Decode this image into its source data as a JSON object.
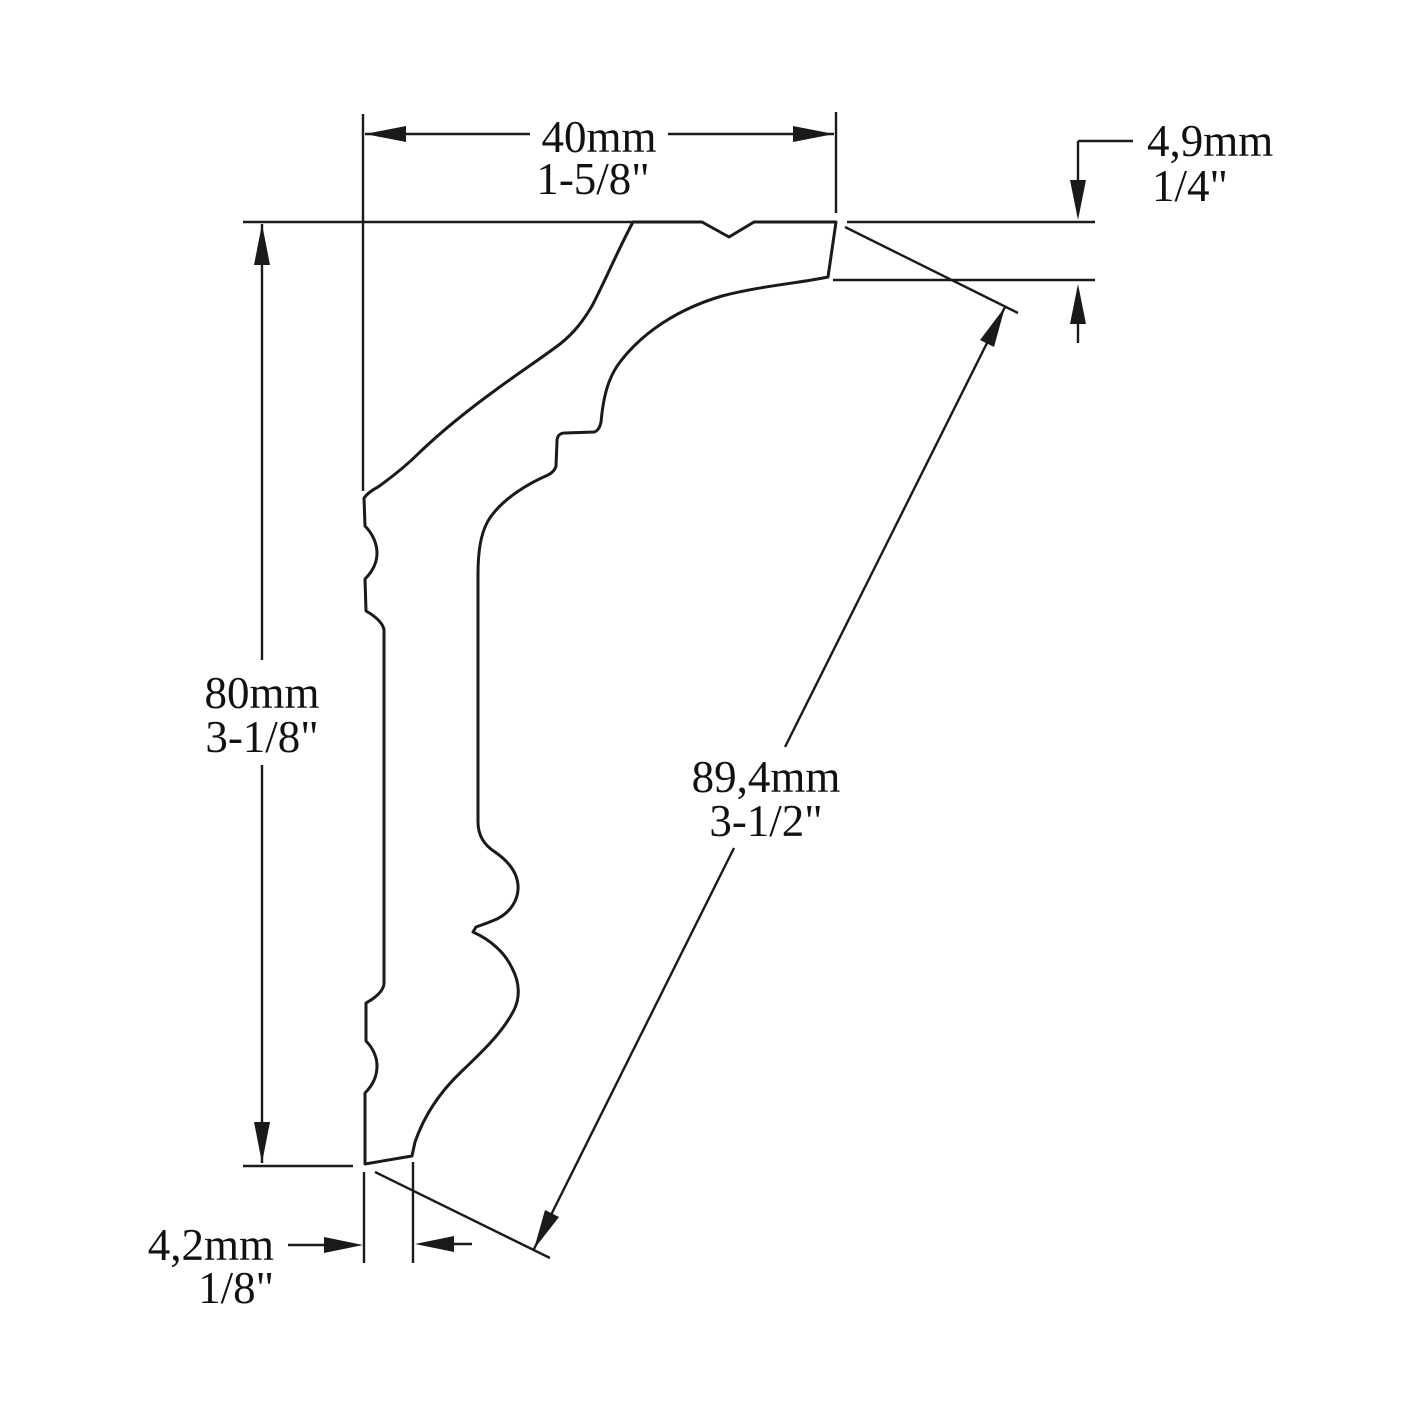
{
  "drawing": {
    "description": "Crown molding cross-section profile with dimension annotations",
    "colors": {
      "background": "#ffffff",
      "line": "#1a1a1a",
      "text": "#111111"
    },
    "dimensions": {
      "top_width": {
        "metric": "40mm",
        "imperial": "1-5/8\""
      },
      "top_drop": {
        "metric": "4,9mm",
        "imperial": "1/4\""
      },
      "height": {
        "metric": "80mm",
        "imperial": "3-1/8\""
      },
      "face_length": {
        "metric": "89,4mm",
        "imperial": "3-1/2\""
      },
      "bottom_width": {
        "metric": "4,2mm",
        "imperial": "1/8\""
      }
    }
  }
}
